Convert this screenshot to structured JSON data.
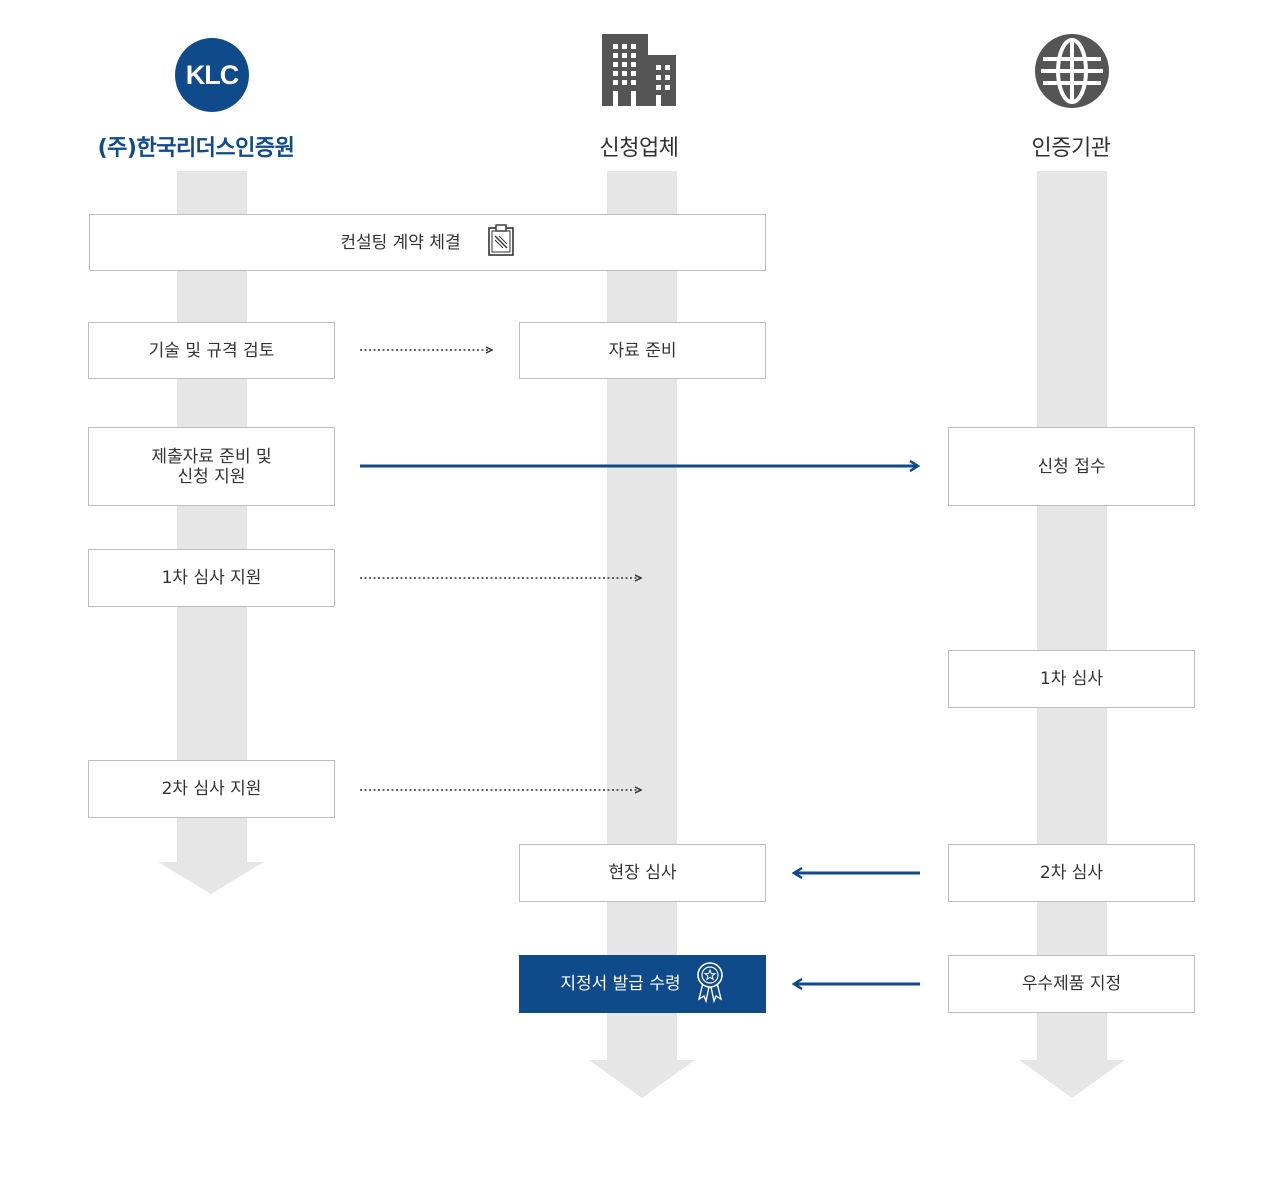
{
  "columns": {
    "klc": {
      "logo_text": "KLC",
      "title": "(주)한국리더스인증원",
      "title_color": "#0f4a8a",
      "icon": "klc-logo"
    },
    "applicant": {
      "title": "신청업체",
      "icon": "building-icon"
    },
    "cert_body": {
      "title": "인증기관",
      "icon": "globe-icon"
    }
  },
  "steps": {
    "contract": "컨설팅 계약 체결",
    "tech_review": "기술 및 규격 검토",
    "data_prep": "자료 준비",
    "submission_support": "제출자료 준비 및\n신청 지원",
    "application_receipt": "신청 접수",
    "first_audit_support": "1차 심사 지원",
    "first_audit": "1차 심사",
    "second_audit_support": "2차 심사 지원",
    "onsite_audit": "현장 심사",
    "second_audit": "2차 심사",
    "certificate_receipt": "지정서 발급 수령",
    "excellent_designation": "우수제품 지정"
  },
  "colors": {
    "accent": "#0f4a8a",
    "lane": "#e6e6e6",
    "border": "#bdbdbd"
  }
}
